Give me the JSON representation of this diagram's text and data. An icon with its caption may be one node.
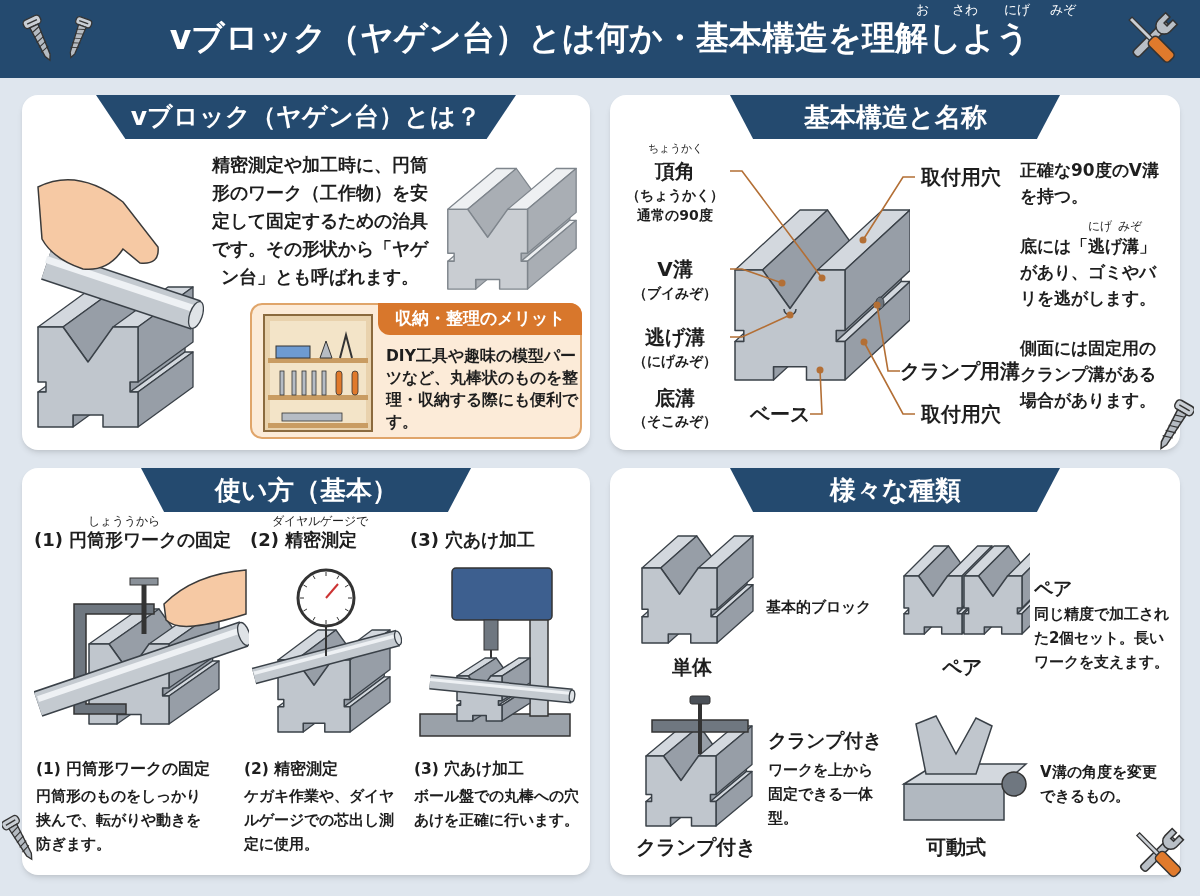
{
  "diagram": {
    "title": "vブロック（ヤゲン台）とは何か・基本構造を理解しよう",
    "nodes": [
      {
        "text": [
          "vブロック（ヤゲン台）とは？",
          "精密測定や加工時に、円筒形のワーク（工作物）を安定して固定するための治具です。その形状から「ヤゲン台」とも呼ばれます。"
        ]
      },
      {
        "text": [
          "収納・整理のメリット",
          "DIY工具や趣味の模型パーツなど、丸棒状のものを整理・収納する際にも便利です。"
        ],
        "in": 0
      },
      {
        "text": [
          "基本構造と名称",
          "正確な90度のV溝を持つ。",
          "底には「逃げ溝」があり、ゴミやバリを逃がします。",
          "側面には固定用のクランプ溝がある場合があります。"
        ]
      },
      {
        "text": [
          "頂角",
          "（ちょうかく）",
          "通常の90度"
        ],
        "in": 2
      },
      {
        "text": [
          "V溝",
          "（ブイみぞ）"
        ],
        "in": 2
      },
      {
        "text": [
          "逃げ溝",
          "（にげみぞ）"
        ],
        "in": 2
      },
      {
        "text": [
          "ベース"
        ],
        "in": 2
      },
      {
        "text": [
          "取付用穴"
        ],
        "in": 2
      },
      {
        "text": [
          "クランプ用溝"
        ],
        "in": 2
      },
      {
        "text": [
          "取付用穴"
        ],
        "in": 2
      },
      {
        "text": [],
        "shape": "picture",
        "in": 2
      },
      {
        "text": [
          "使い方（基本）"
        ]
      },
      {
        "text": [
          "様々な種類"
        ]
      }
    ],
    "edges": [
      {
        "from": 3,
        "to": 10,
        "arrow": "other"
      },
      {
        "from": 7,
        "to": 10,
        "arrow": "other"
      },
      {
        "from": 4,
        "to": 10,
        "arrow": "other"
      },
      {
        "from": 5,
        "to": 10,
        "arrow": "other"
      },
      {
        "from": 6,
        "to": 10,
        "arrow": "other"
      },
      {
        "from": 8,
        "to": 10,
        "arrow": "other"
      },
      {
        "from": 9,
        "to": 10,
        "arrow": "other"
      }
    ],
    "labels": [
      "お",
      "さわ",
      "にげ",
      "みぞ",
      "ちょうかく",
      "にげ",
      "みぞ",
      "底溝",
      "（そこみぞ）",
      "しょううから",
      "ダイヤルゲージで",
      "(1) 円筒形ワークの固定",
      "(2) 精密測定",
      "(3) 穴あけ加工",
      "(1) 円筒形ワークの固定",
      "円筒形のものをしっかり挟んで、転がりや動きを防ぎます。",
      "(2) 精密測定",
      "ケガキ作業や、ダイヤルゲージでの芯出し測定に使用。",
      "(3) 穴あけ加工",
      "ボール盤での丸棒への穴あけを正確に行います。",
      "基本的ブロック",
      "単体",
      "ペア",
      "同じ精度で加工された2個セット。長いワークを支えます。",
      "ペア",
      "クランプ付き",
      "ワークを上から固定できる一体型。",
      "クランプ付き",
      "V溝の角度を変更できるもの。",
      "可動式"
    ]
  }
}
